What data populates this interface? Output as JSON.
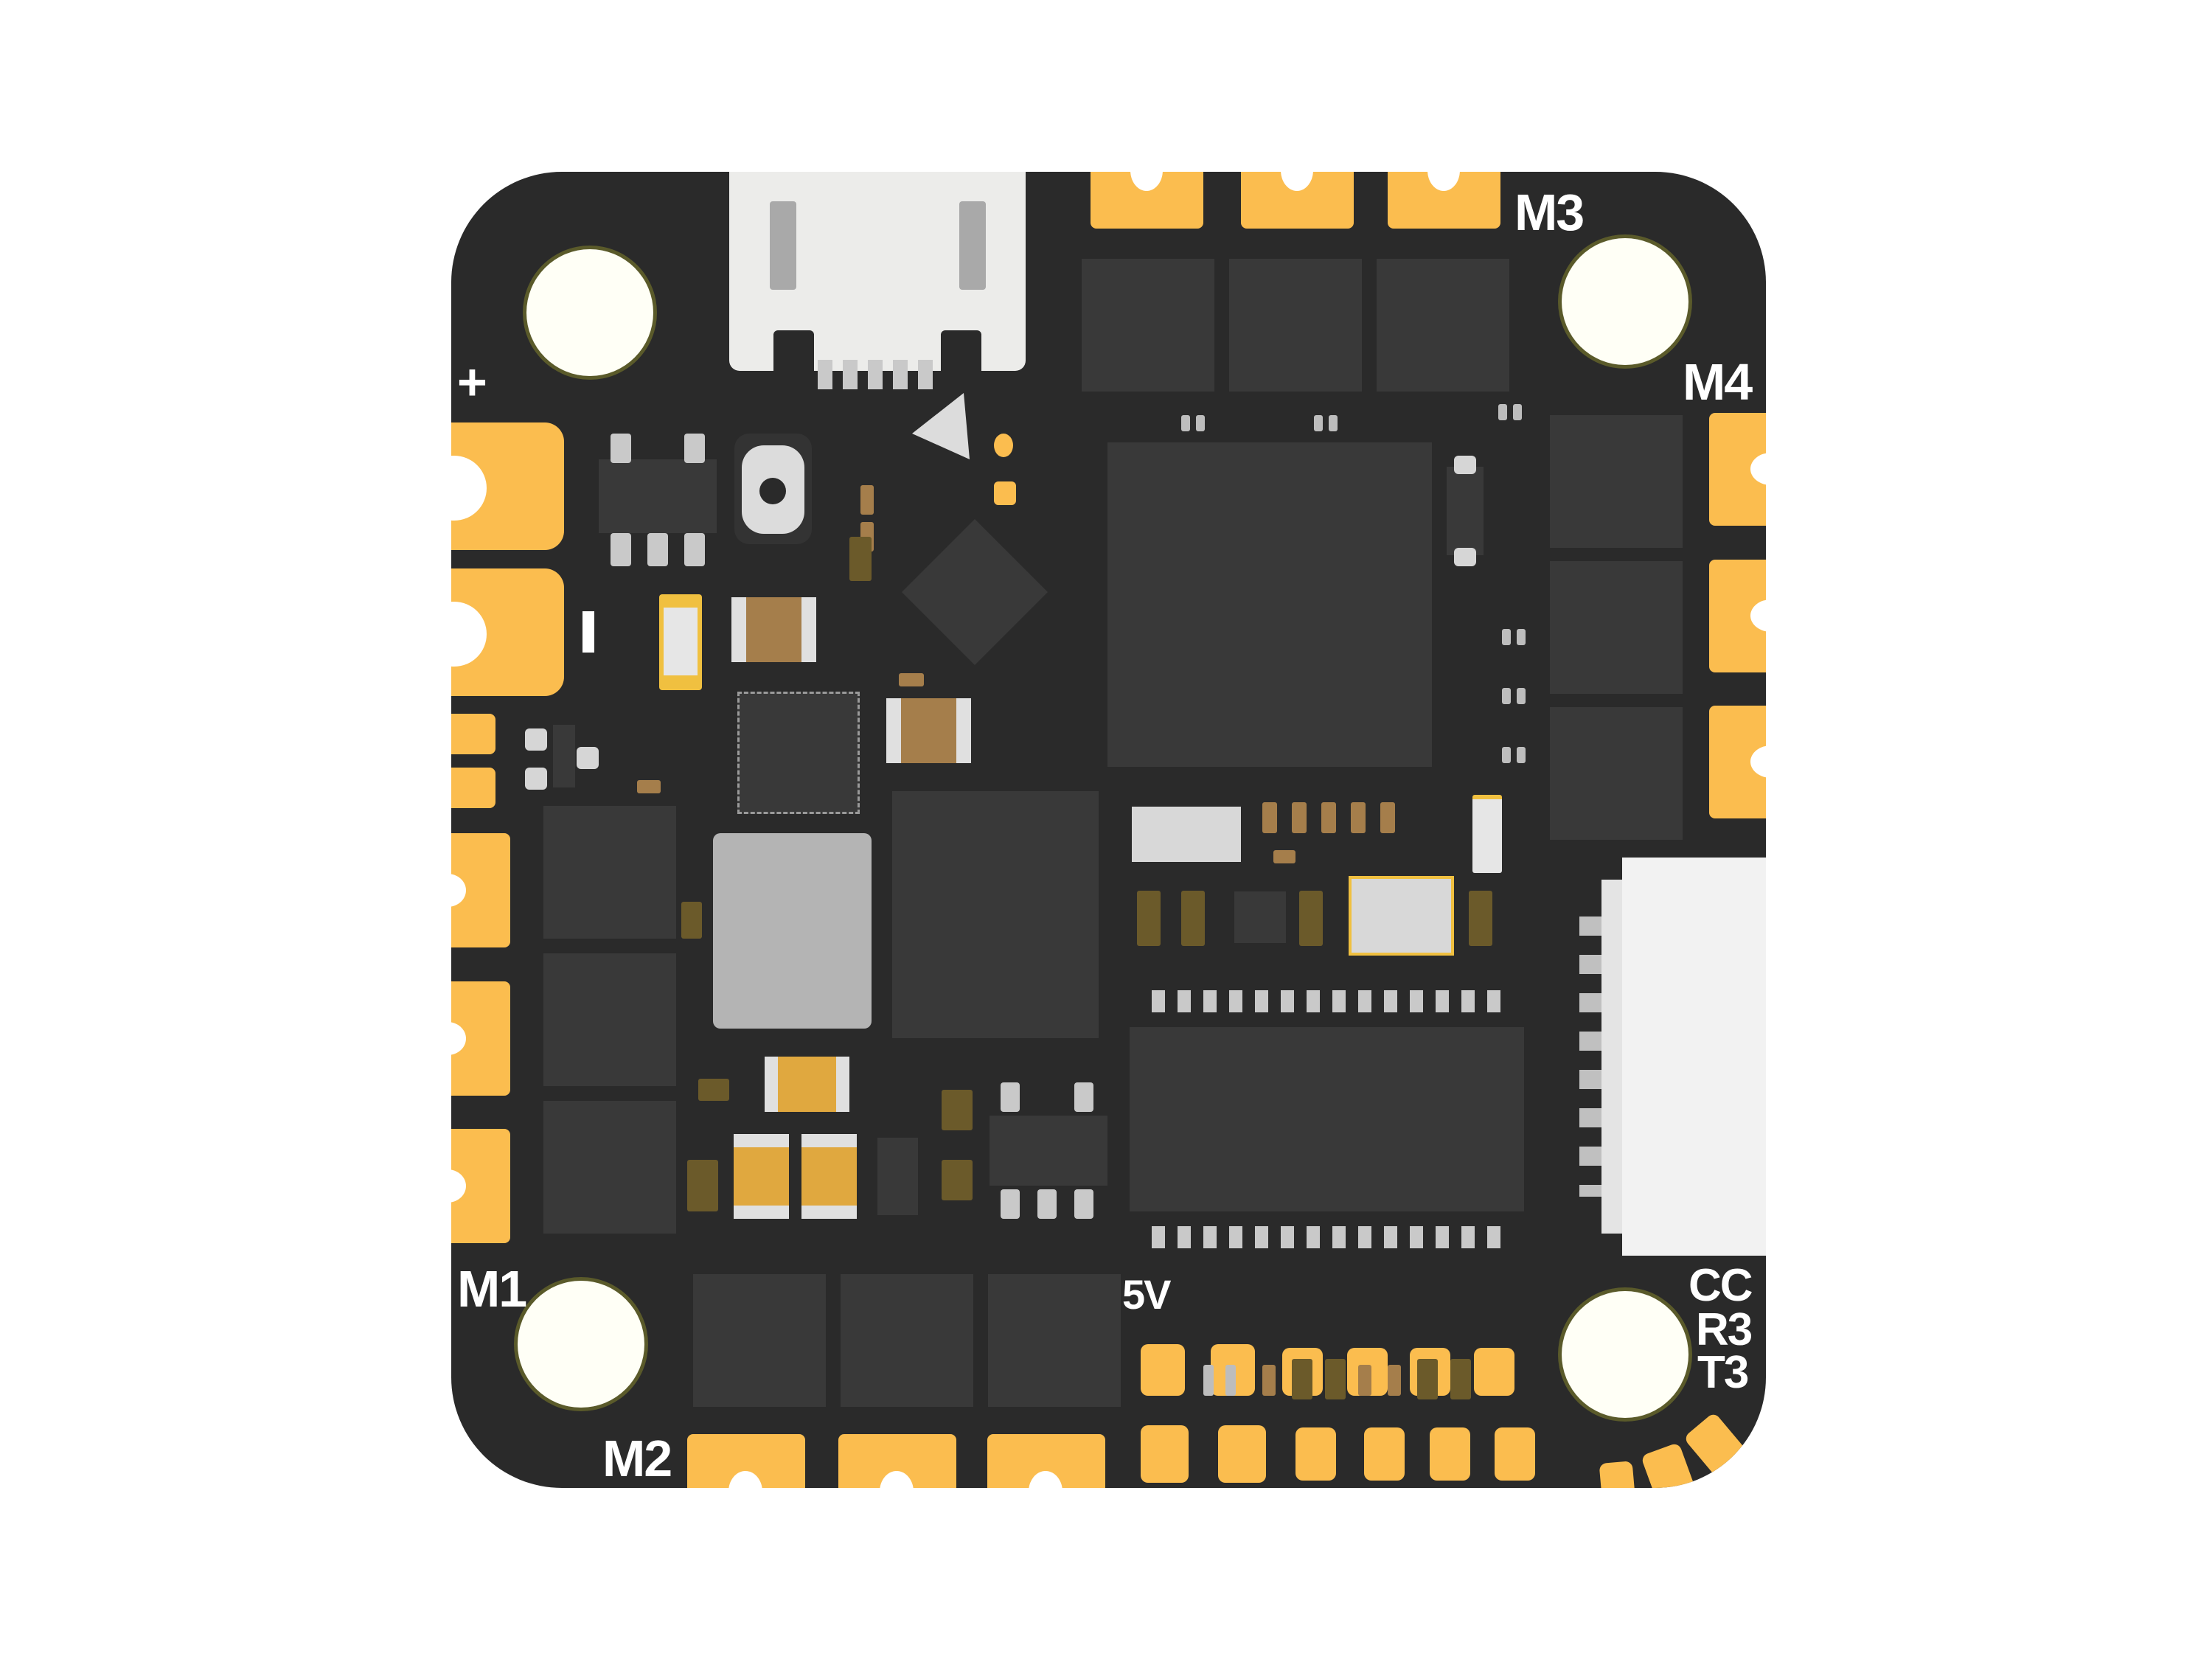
{
  "product": {
    "description": "Flight controller PCB render (top view)",
    "colors": {
      "background": "#ffffff",
      "board": "#2a2a2a",
      "pad": "#fbbd4f",
      "chip": "#393939",
      "silkscreen": "#ffffff",
      "connector": "#f2f2f2"
    }
  },
  "silkscreen": {
    "plus": "+",
    "minus": "-",
    "m1": "M1",
    "m2": "M2",
    "m3": "M3",
    "m4": "M4",
    "five_v": "5V",
    "cc": "CC",
    "r3": "R3",
    "t3": "T3"
  },
  "components": {
    "usb_port": "USB connector",
    "boot_button": "Boot button",
    "mcu": "Main MCU",
    "gyro": "Gyro IC",
    "esc_driver": "ESC driver IC",
    "inductor": "Inductor",
    "side_connector": "JST connector"
  }
}
